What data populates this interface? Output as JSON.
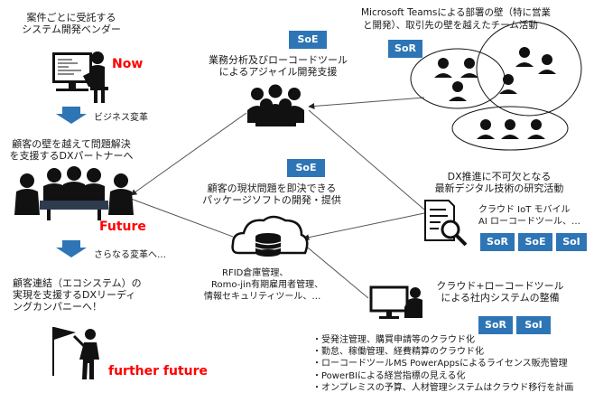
{
  "left_column": {
    "stage1_text": [
      "案件ごとに受託する",
      "システム開発ベンダー"
    ],
    "now_label": "Now",
    "arrow1_label": "ビジネス変革",
    "stage2_text": [
      "顧客の壁を越えて問題解決",
      "を支援するDXパートナーへ"
    ],
    "future_label": "Future",
    "arrow2_label": "さらなる変革へ…",
    "stage3_text": [
      "顧客連結（エコシステム）の",
      "実現を支援するDXリーディ",
      "ングカンパニーへ！"
    ],
    "further_future_label": "further future"
  },
  "center_column": {
    "agile_badge": "SoE",
    "agile_text": [
      "業務分析及びローコードツール",
      "によるアジャイル開発支援"
    ],
    "package_badge": "SoE",
    "package_text": [
      "顧客の現状問題を即決できる",
      "パッケージソフトの開発・提供"
    ],
    "package_examples": [
      "RFID倉庫管理、",
      "Romo-jin有期雇用者管理、",
      "情報セキュリティツール、…"
    ]
  },
  "right_column": {
    "teams_text": [
      "Microsoft Teamsによる部署の壁（特に営業",
      "と開発）、取引先の壁を越えたチーム活動"
    ],
    "teams_badge": "SoR",
    "research_text": [
      "DX推進に不可欠となる",
      "最新デジタル技術の研究活動"
    ],
    "research_tech": [
      "クラウド  IoT モバイル",
      "AI ローコードツール、…"
    ],
    "research_badges": [
      "SoR",
      "SoE",
      "SoI"
    ],
    "cloud_text": [
      "クラウド+ローコードツール",
      "による社内システムの整備"
    ],
    "cloud_badges": [
      "SoR",
      "SoI"
    ],
    "bullets": [
      "・受発注管理、購買申請等のクラウド化",
      "・勤怠、稼働管理、経費精算のクラウド化",
      "・ローコードツールMS PowerAppsによるライセンス販売管理",
      "・PowerBIによる経営指標の見える化",
      "・オンプレミスの予算、人材管理システムはクラウド移行を計画"
    ]
  },
  "colors": {
    "accent_red": "#ff0000",
    "badge_blue": "#2e75b6",
    "arrow_blue": "#2e75b6"
  }
}
